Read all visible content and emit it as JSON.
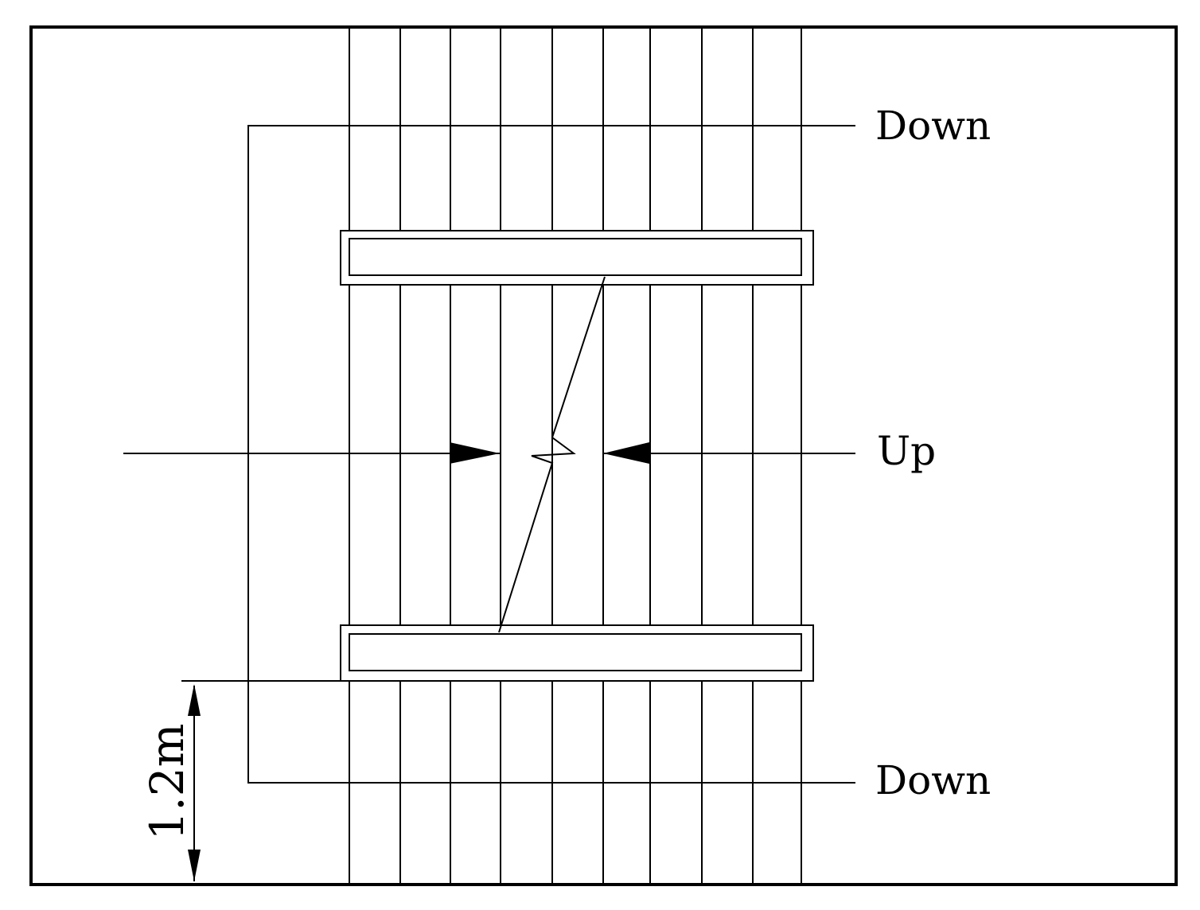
{
  "labels": {
    "top": "Down",
    "middle": "Up",
    "bottom": "Down",
    "dimension": "1.2m"
  },
  "colors": {
    "line": "#000000",
    "background": "#ffffff"
  }
}
